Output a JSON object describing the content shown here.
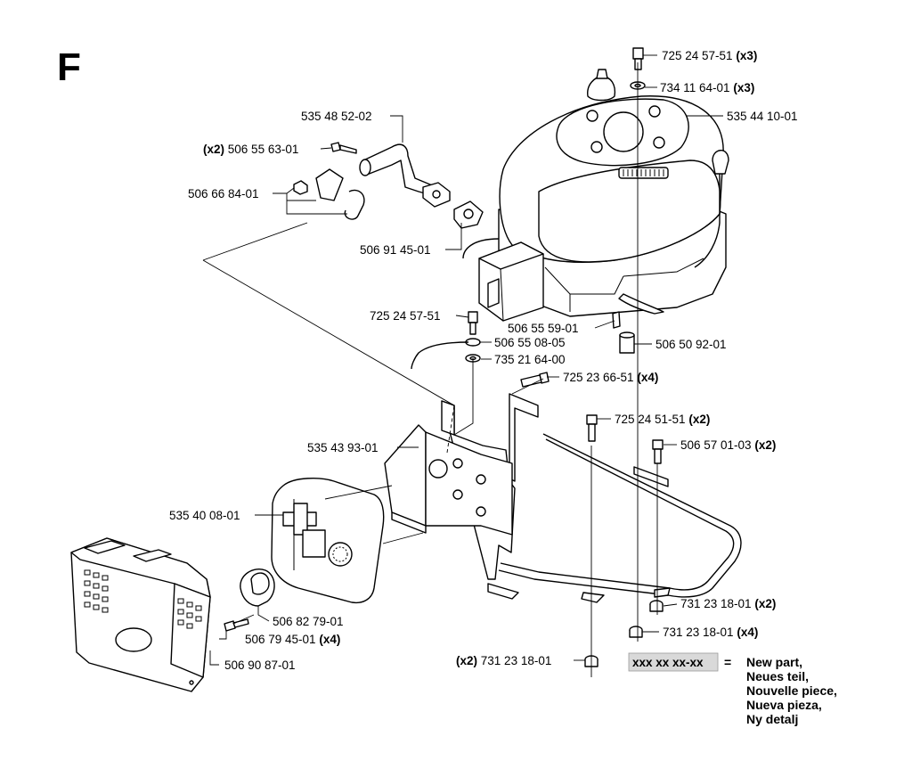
{
  "section_letter": "F",
  "callouts": {
    "c1": {
      "code": "725 24 57-51",
      "qty": "(x3)"
    },
    "c2": {
      "code": "734 11 64-01",
      "qty": "(x3)"
    },
    "c3": {
      "code": "535 44 10-01",
      "qty": ""
    },
    "c4": {
      "code": "535 48 52-02",
      "qty": ""
    },
    "c5": {
      "code": "506 55 63-01",
      "qty": "(x2)"
    },
    "c6": {
      "code": "506 66 84-01",
      "qty": ""
    },
    "c7": {
      "code": "506 91 45-01",
      "qty": ""
    },
    "c8": {
      "code": "725 24 57-51",
      "qty": ""
    },
    "c9": {
      "code": "506 55 59-01",
      "qty": ""
    },
    "c10": {
      "code": "506 55 08-05",
      "qty": ""
    },
    "c11": {
      "code": "506 50 92-01",
      "qty": ""
    },
    "c12": {
      "code": "735 21 64-00",
      "qty": ""
    },
    "c13": {
      "code": "725 23 66-51",
      "qty": "(x4)"
    },
    "c14": {
      "code": "725 24 51-51",
      "qty": "(x2)"
    },
    "c15": {
      "code": "535 43 93-01",
      "qty": ""
    },
    "c16": {
      "code": "506 57 01-03",
      "qty": "(x2)"
    },
    "c17": {
      "code": "535 40 08-01",
      "qty": ""
    },
    "c18": {
      "code": "506 82 79-01",
      "qty": ""
    },
    "c19": {
      "code": "731 23 18-01",
      "qty": "(x2)"
    },
    "c20": {
      "code": "506 79 45-01",
      "qty": "(x4)"
    },
    "c21": {
      "code": "731 23 18-01",
      "qty": "(x4)"
    },
    "c22": {
      "code": "506 90 87-01",
      "qty": ""
    },
    "c23": {
      "code": "731 23 18-01",
      "qty": "(x2)"
    }
  },
  "legend": {
    "code_pattern": "xxx xx xx-xx",
    "equals": "=",
    "lines": [
      "New part,",
      "Neues teil,",
      "Nouvelle piece,",
      "Nueva pieza,",
      "Ny detalj"
    ],
    "box_color": "#d9d9d9"
  }
}
